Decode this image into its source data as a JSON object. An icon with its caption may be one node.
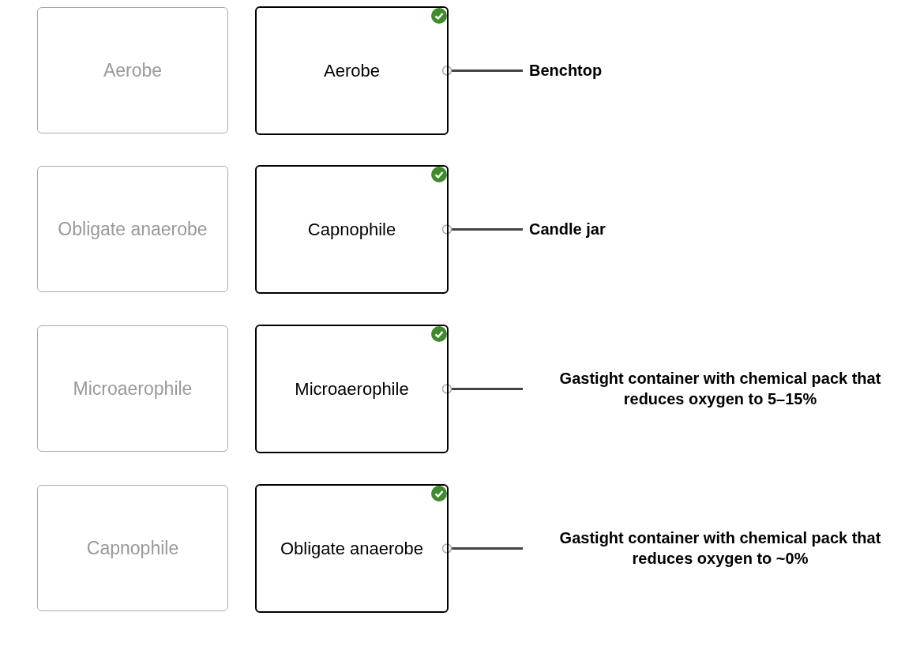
{
  "diagram": {
    "nodes": [
      {
        "text": [
          "Aerobe"
        ]
      },
      {
        "text": [
          "Obligate anaerobe"
        ]
      },
      {
        "text": [
          "Microaerophile"
        ]
      },
      {
        "text": [
          "Capnophile"
        ]
      },
      {
        "text": [
          "Aerobe"
        ]
      },
      {
        "text": [
          "Capnophile"
        ]
      },
      {
        "text": [
          "Microaerophile"
        ]
      },
      {
        "text": [
          "Obligate anaerobe"
        ]
      },
      {
        "text": [
          "Benchtop"
        ]
      },
      {
        "text": [
          "Candle jar"
        ]
      },
      {
        "text": [
          "Gastight container with chemical pack that reduces oxygen to 5–15%"
        ]
      },
      {
        "text": [
          "Gastight container with chemical pack that reduces oxygen to ~0%"
        ]
      }
    ],
    "edges": [
      {
        "from": 4,
        "to": 8,
        "arrow": "other"
      },
      {
        "from": 5,
        "to": 9,
        "arrow": "other"
      },
      {
        "from": 6,
        "to": 10,
        "arrow": "other"
      },
      {
        "from": 7,
        "to": 11,
        "arrow": "other"
      }
    ]
  }
}
